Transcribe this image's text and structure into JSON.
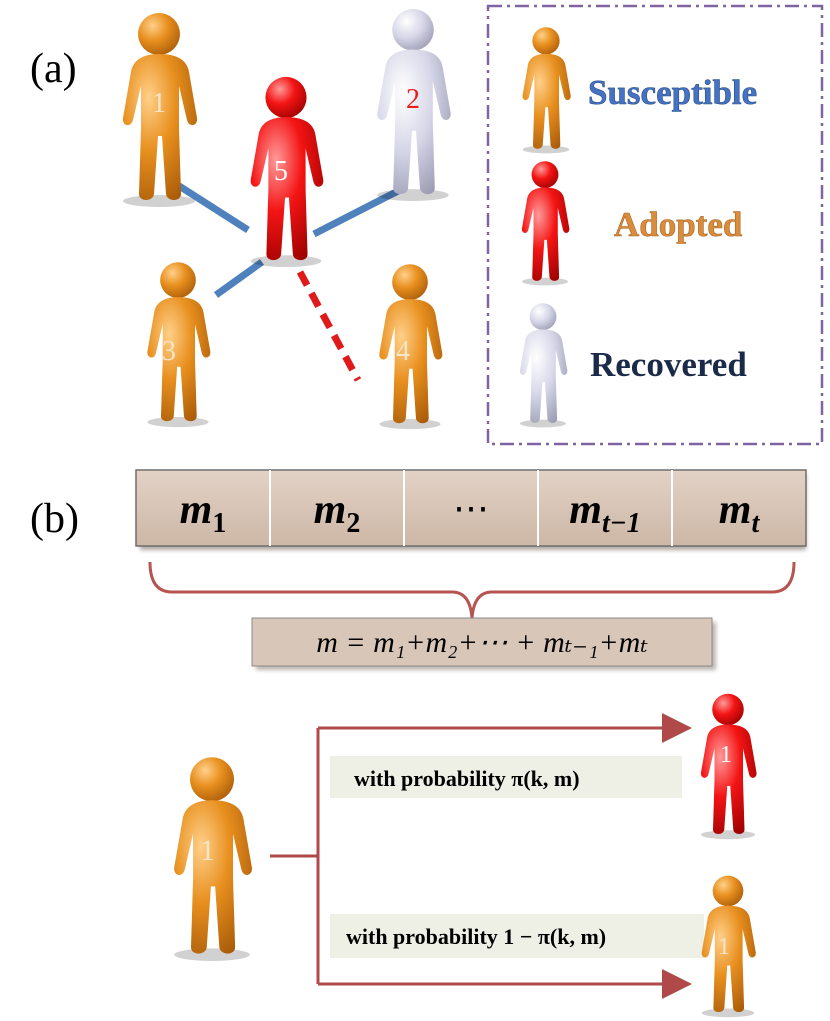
{
  "panel_a": {
    "label": "(a)",
    "people": [
      {
        "number": "1",
        "state": "susceptible"
      },
      {
        "number": "2",
        "state": "recovered"
      },
      {
        "number": "3",
        "state": "susceptible"
      },
      {
        "number": "4",
        "state": "susceptible"
      },
      {
        "number": "5",
        "state": "adopted"
      }
    ],
    "legend": {
      "susceptible": "Susceptible",
      "adopted": "Adopted",
      "recovered": "Recovered"
    }
  },
  "panel_b": {
    "label": "(b)",
    "cells": [
      "m_1",
      "m_2",
      "⋯",
      "m_{t-1}",
      "m_t"
    ],
    "sum_formula": "m = m₁+m₂+⋯ + mₜ₋₁+mₜ",
    "transition": {
      "person_number": "1",
      "upper_label": "with probability π(k, m)",
      "lower_label": "with probability 1 − π(k, m)",
      "upper_result_number": "1",
      "lower_result_number": "1"
    }
  },
  "colors": {
    "susceptible_fill": "#e48a1e",
    "adopted_fill": "#f21414",
    "recovered_fill": "#d4d4e6",
    "edge_solid": "#4f81bd",
    "edge_dashed": "#e01a1a",
    "legend_border": "#8064a2",
    "susceptible_text": "#4472c4",
    "adopted_text": "#d98c3a",
    "recovered_text": "#1b2a48",
    "cell_fill": "#d8c6b8",
    "brace": "#b85450",
    "label_box": "#eef0e6",
    "arrow": "#b04a4a"
  }
}
